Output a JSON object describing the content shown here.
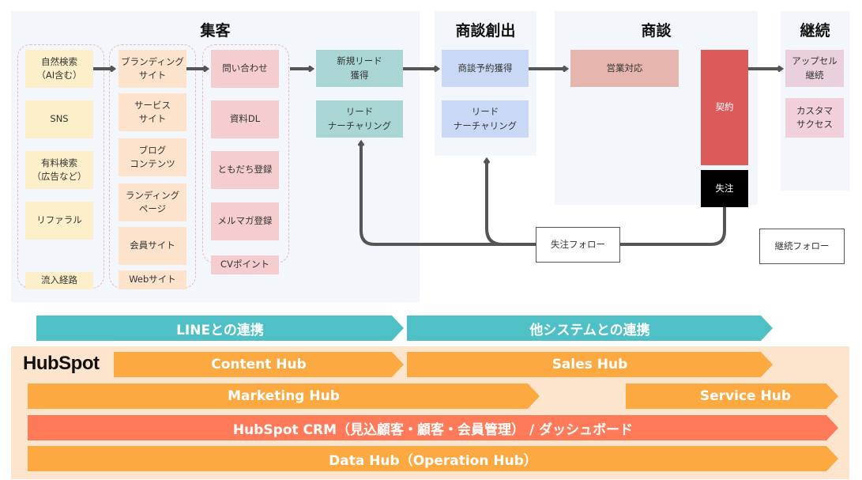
{
  "stages": {
    "acquisition": "集客",
    "deal_creation": "商談創出",
    "negotiation": "商談",
    "retention": "継続"
  },
  "acquisition": {
    "channels": [
      "自然検索\n（AI含む）",
      "SNS",
      "有料検索\n（広告など）",
      "リファラル"
    ],
    "channels_label": "流入経路",
    "websites": [
      "ブランディング\nサイト",
      "サービス\nサイト",
      "ブログ\nコンテンツ",
      "ランディング\nページ",
      "会員サイト"
    ],
    "websites_label": "Webサイト",
    "cv_points": [
      "問い合わせ",
      "資料DL",
      "ともだち登録",
      "メルマガ登録"
    ],
    "cv_points_label": "CVポイント",
    "new_lead": "新規リード\n獲得",
    "lead_nurturing": "リード\nナーチャリング"
  },
  "deal_creation": {
    "meeting_booking": "商談予約獲得",
    "lead_nurturing": "リード\nナーチャリング"
  },
  "negotiation": {
    "sales_response": "営業対応",
    "contract": "契約",
    "lost": "失注"
  },
  "retention": {
    "upsell": "アップセル\n継続",
    "customer_success": "カスタマ\nサクセス"
  },
  "lost_follow": "失注フォロー",
  "retention_follow": "継続フォロー",
  "integrations": {
    "line": "LINEとの連携",
    "other": "他システムとの連携"
  },
  "hubspot": {
    "logo": "HubSpot",
    "content_hub": "Content Hub",
    "sales_hub": "Sales Hub",
    "marketing_hub": "Marketing Hub",
    "service_hub": "Service Hub",
    "crm": "HubSpot CRM（見込顧客・顧客・会員管理） / ダッシュボード",
    "data_hub": "Data Hub（Operation Hub）"
  },
  "colors": {
    "teal_band": "#4fc1c6",
    "orange_band": "#fda942",
    "crm_band": "#fe7a58",
    "hubspot_bg": "#fde4cc",
    "contract": "#dd5a5a"
  }
}
